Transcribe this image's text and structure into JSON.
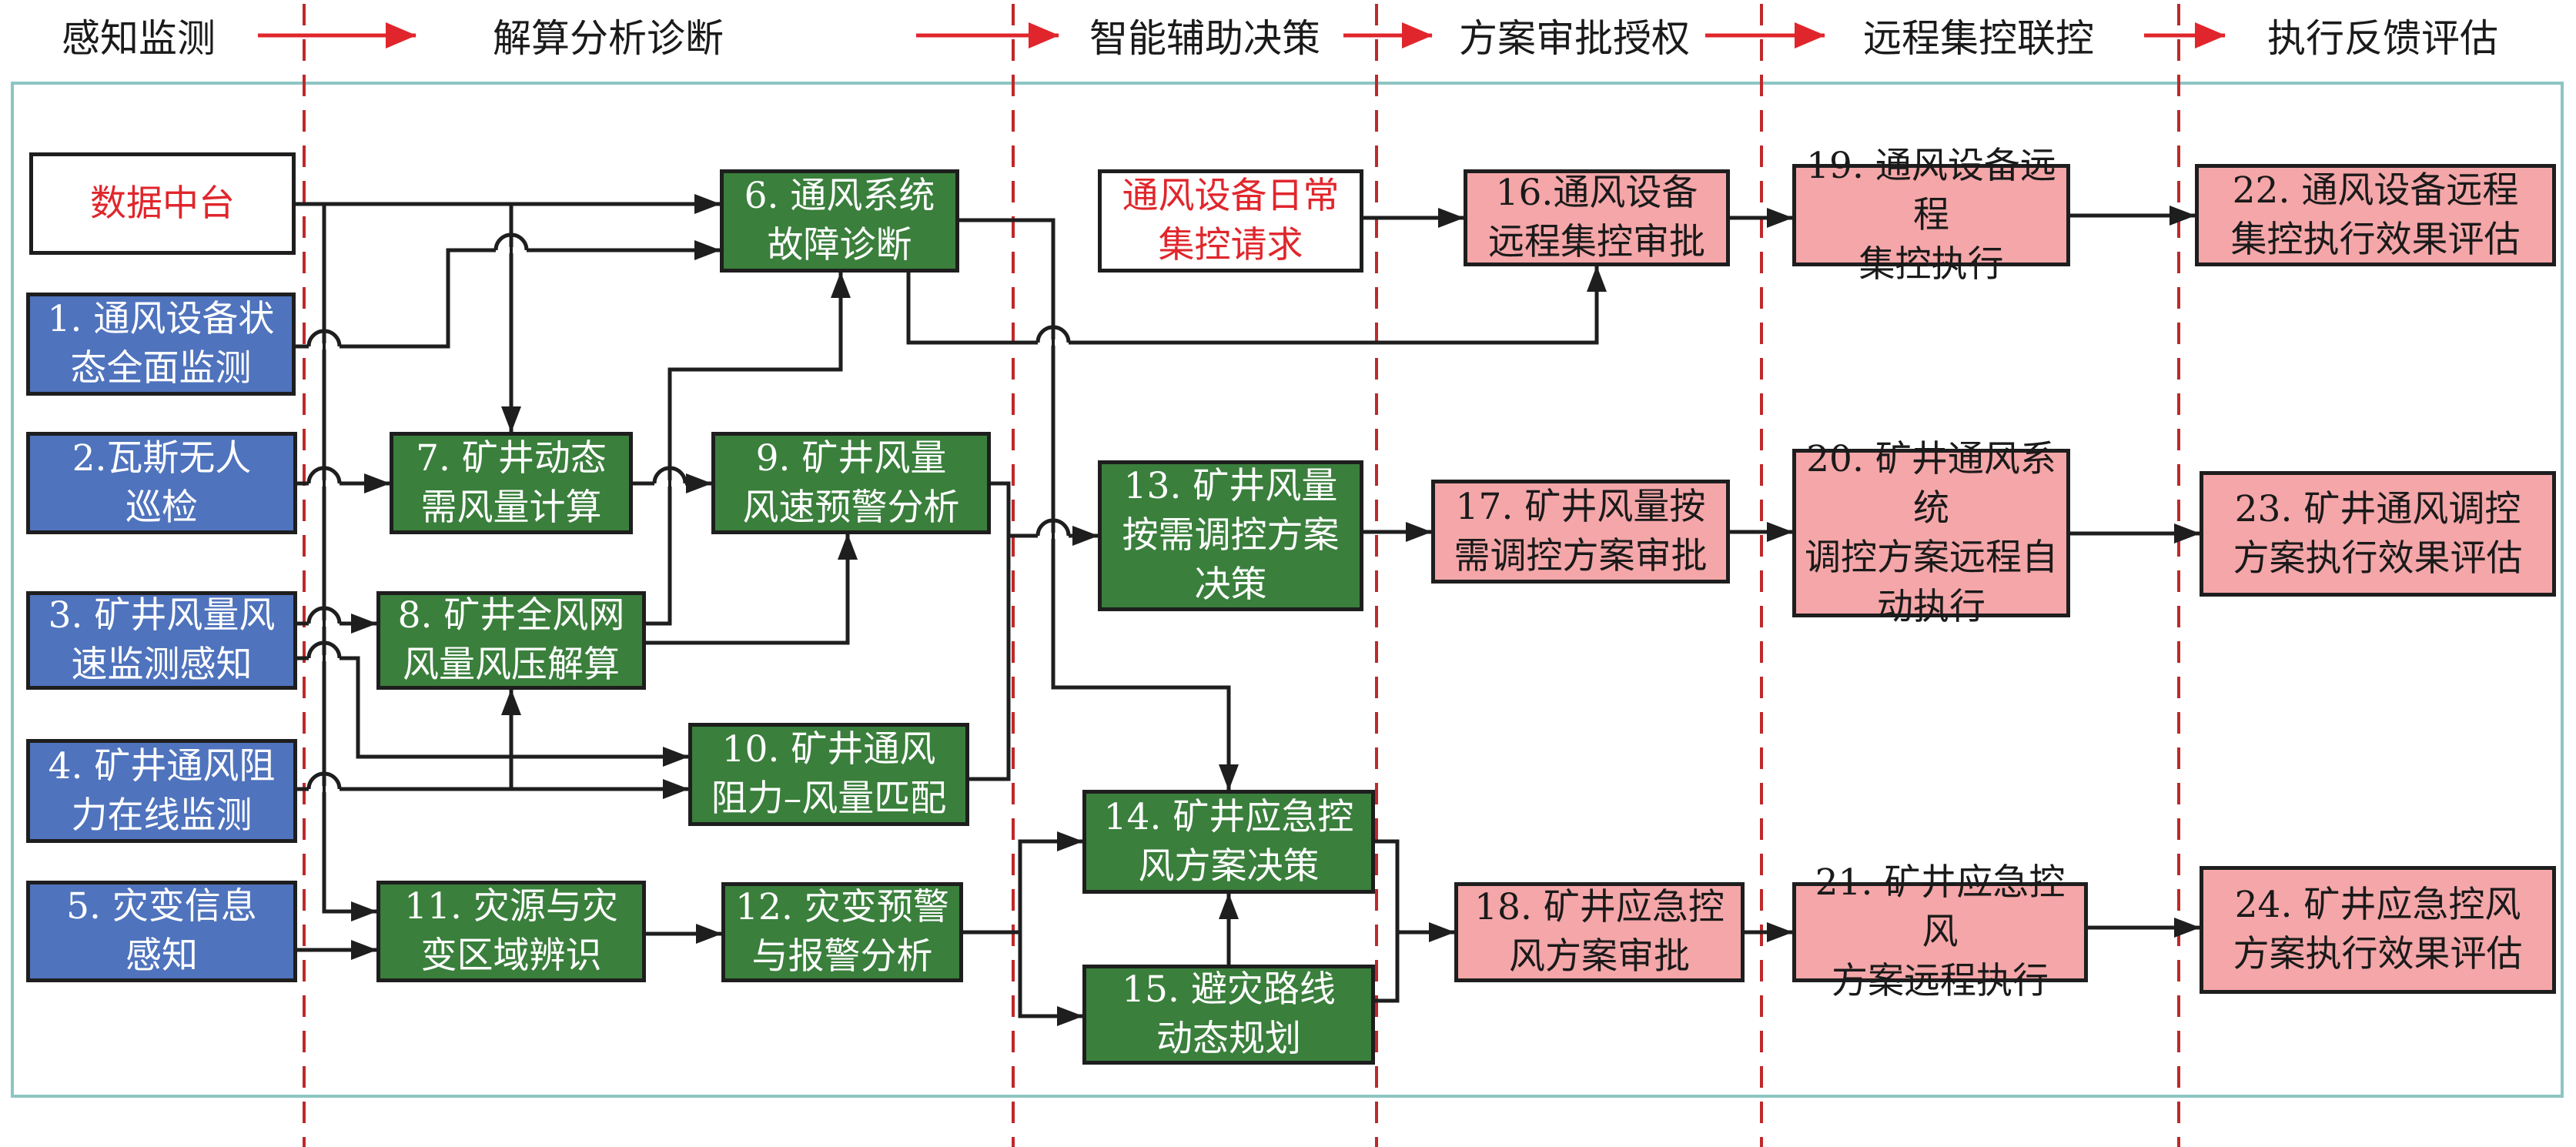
{
  "colors": {
    "sense": "#4f73bd",
    "analyze": "#3a7f3c",
    "approve": "#f4a6a8",
    "source_text": "#e0262c",
    "stage_arrow": "#e0262c",
    "frame": "#8cc5c2",
    "divider": "#c0282a",
    "edge": "#1e1e1e"
  },
  "stages": [
    {
      "id": "s1",
      "label": "感知监测"
    },
    {
      "id": "s2",
      "label": "解算分析诊断"
    },
    {
      "id": "s3",
      "label": "智能辅助决策"
    },
    {
      "id": "s4",
      "label": "方案审批授权"
    },
    {
      "id": "s5",
      "label": "远程集控联控"
    },
    {
      "id": "s6",
      "label": "执行反馈评估"
    }
  ],
  "nodes": [
    {
      "id": "dc",
      "type": "source",
      "label": "数据中台"
    },
    {
      "id": "n1",
      "type": "sense",
      "label": "1. 通风设备状\n态全面监测"
    },
    {
      "id": "n2",
      "type": "sense",
      "label": "2.瓦斯无人\n巡检"
    },
    {
      "id": "n3",
      "type": "sense",
      "label": "3. 矿井风量风\n速监测感知"
    },
    {
      "id": "n4",
      "type": "sense",
      "label": "4. 矿井通风阻\n力在线监测"
    },
    {
      "id": "n5",
      "type": "sense",
      "label": "5. 灾变信息\n感知"
    },
    {
      "id": "n6",
      "type": "analyze",
      "label": "6. 通风系统\n故障诊断"
    },
    {
      "id": "n7",
      "type": "analyze",
      "label": "7. 矿井动态\n需风量计算"
    },
    {
      "id": "n8",
      "type": "analyze",
      "label": "8. 矿井全风网\n风量风压解算"
    },
    {
      "id": "n9",
      "type": "analyze",
      "label": "9. 矿井风量\n风速预警分析"
    },
    {
      "id": "n10",
      "type": "analyze",
      "label": "10. 矿井通风\n阻力–风量匹配"
    },
    {
      "id": "n11",
      "type": "analyze",
      "label": "11. 灾源与灾\n变区域辨识"
    },
    {
      "id": "n12",
      "type": "analyze",
      "label": "12. 灾变预警\n与报警分析"
    },
    {
      "id": "req",
      "type": "source",
      "label": "通风设备日常\n集控请求"
    },
    {
      "id": "n13",
      "type": "analyze",
      "label": "13. 矿井风量\n按需调控方案\n决策"
    },
    {
      "id": "n14",
      "type": "analyze",
      "label": "14. 矿井应急控\n风方案决策"
    },
    {
      "id": "n15",
      "type": "analyze",
      "label": "15. 避灾路线\n动态规划"
    },
    {
      "id": "n16",
      "type": "approve",
      "label": "16.通风设备\n远程集控审批"
    },
    {
      "id": "n17",
      "type": "approve",
      "label": "17. 矿井风量按\n需调控方案审批"
    },
    {
      "id": "n18",
      "type": "approve",
      "label": "18. 矿井应急控\n风方案审批"
    },
    {
      "id": "n19",
      "type": "approve",
      "label": "19. 通风设备远程\n集控执行"
    },
    {
      "id": "n20",
      "type": "approve",
      "label": "20. 矿井通风系统\n调控方案远程自\n动执行"
    },
    {
      "id": "n21",
      "type": "approve",
      "label": "21. 矿井应急控风\n方案远程执行"
    },
    {
      "id": "n22",
      "type": "approve",
      "label": "22. 通风设备远程\n集控执行效果评估"
    },
    {
      "id": "n23",
      "type": "approve",
      "label": "23. 矿井通风调控\n方案执行效果评估"
    },
    {
      "id": "n24",
      "type": "approve",
      "label": "24. 矿井应急控风\n方案执行效果评估"
    }
  ],
  "edges": [
    {
      "from": "dc",
      "to": "n6"
    },
    {
      "from": "dc",
      "to": "n7"
    },
    {
      "from": "dc",
      "to": "n11"
    },
    {
      "from": "n1",
      "to": "n6"
    },
    {
      "from": "n2",
      "to": "n7"
    },
    {
      "from": "n3",
      "to": "n8"
    },
    {
      "from": "n3",
      "to": "n10"
    },
    {
      "from": "n4",
      "to": "n8"
    },
    {
      "from": "n4",
      "to": "n10"
    },
    {
      "from": "n5",
      "to": "n11"
    },
    {
      "from": "n7",
      "to": "n9"
    },
    {
      "from": "n8",
      "to": "n6"
    },
    {
      "from": "n8",
      "to": "n9"
    },
    {
      "from": "n9",
      "to": "n13"
    },
    {
      "from": "n10",
      "to": "n13"
    },
    {
      "from": "n6",
      "to": "n14"
    },
    {
      "from": "n6",
      "to": "n16"
    },
    {
      "from": "n11",
      "to": "n12"
    },
    {
      "from": "n12",
      "to": "n14"
    },
    {
      "from": "n12",
      "to": "n15"
    },
    {
      "from": "n15",
      "to": "n14"
    },
    {
      "from": "req",
      "to": "n16"
    },
    {
      "from": "n13",
      "to": "n17"
    },
    {
      "from": "n14",
      "to": "n18"
    },
    {
      "from": "n15",
      "to": "n18"
    },
    {
      "from": "n16",
      "to": "n19"
    },
    {
      "from": "n17",
      "to": "n20"
    },
    {
      "from": "n18",
      "to": "n21"
    },
    {
      "from": "n19",
      "to": "n22"
    },
    {
      "from": "n20",
      "to": "n23"
    },
    {
      "from": "n21",
      "to": "n24"
    }
  ]
}
